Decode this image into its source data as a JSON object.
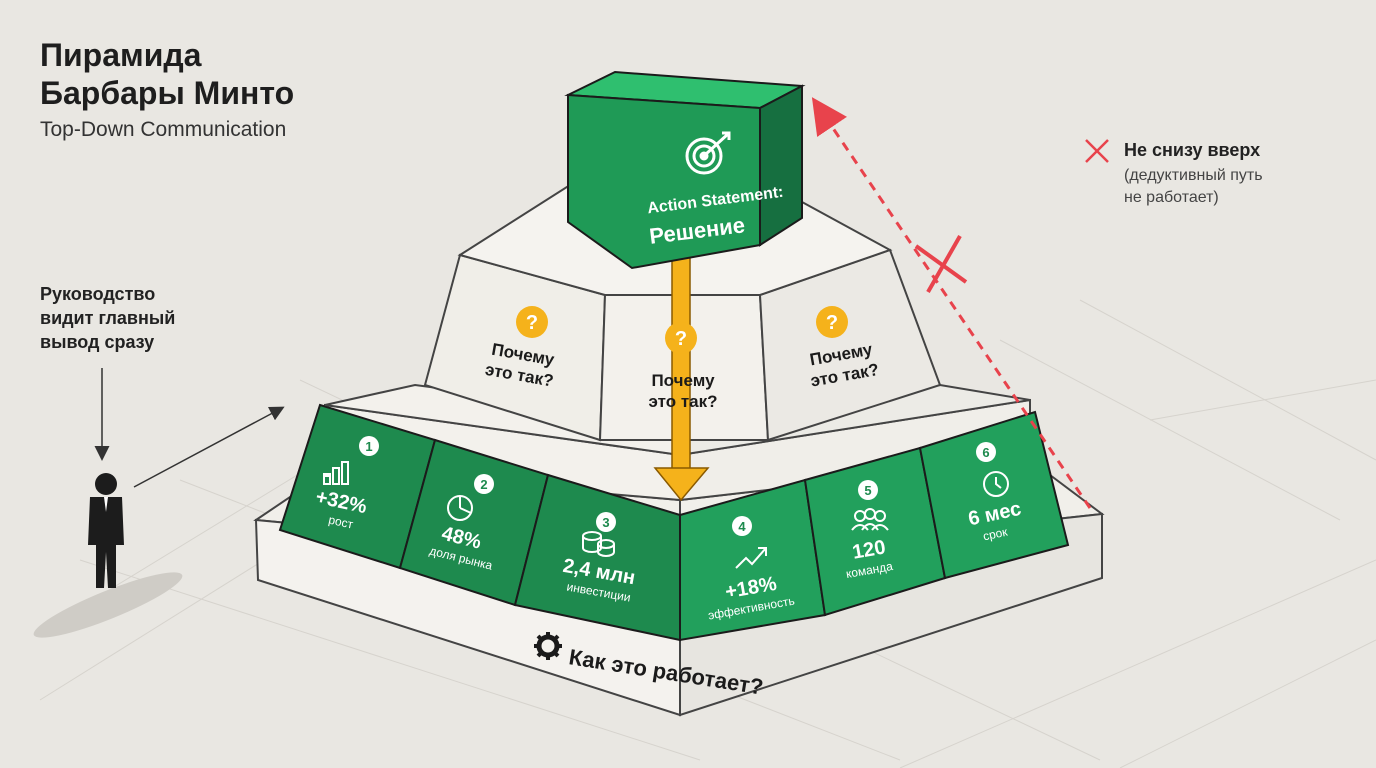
{
  "header": {
    "title_line1": "Пирамида",
    "title_line2": "Барбары Минто",
    "subtitle": "Top-Down Communication"
  },
  "left_note": {
    "line1": "Руководство",
    "line2": "видит главный",
    "line3": "вывод сразу"
  },
  "right_note": {
    "title": "Не снизу вверх",
    "sub_line1": "(дедуктивный путь",
    "sub_line2": "не работает)"
  },
  "top_block": {
    "line1": "Action Statement:",
    "line2": "Решение",
    "icon": "target-icon"
  },
  "middle_tier": {
    "items": [
      {
        "question": "Почему это так?",
        "icon": "question-icon"
      },
      {
        "question": "Почему это так?",
        "icon": "question-icon"
      },
      {
        "question": "Почему это так?",
        "icon": "question-icon"
      }
    ]
  },
  "bottom_tier": {
    "items": [
      {
        "number": "1",
        "value": "+32%",
        "label": "рост",
        "icon": "bar-chart-icon"
      },
      {
        "number": "2",
        "value": "48%",
        "label": "доля рынка",
        "icon": "pie-chart-icon"
      },
      {
        "number": "3",
        "value": "2,4 млн",
        "label": "инвестиции",
        "icon": "coins-icon"
      },
      {
        "number": "4",
        "value": "+18%",
        "label": "эффективность",
        "icon": "trend-up-icon"
      },
      {
        "number": "5",
        "value": "120",
        "label": "команда",
        "icon": "team-icon"
      },
      {
        "number": "6",
        "value": "6 мес",
        "label": "срок",
        "icon": "clock-icon"
      }
    ]
  },
  "base": {
    "label": "Как это работает?",
    "icon": "gear-icon"
  },
  "colors": {
    "green": "#1e8f52",
    "green_light": "#22a862",
    "yellow": "#f5b21b",
    "red": "#e8434c",
    "background": "#e9e7e2"
  }
}
